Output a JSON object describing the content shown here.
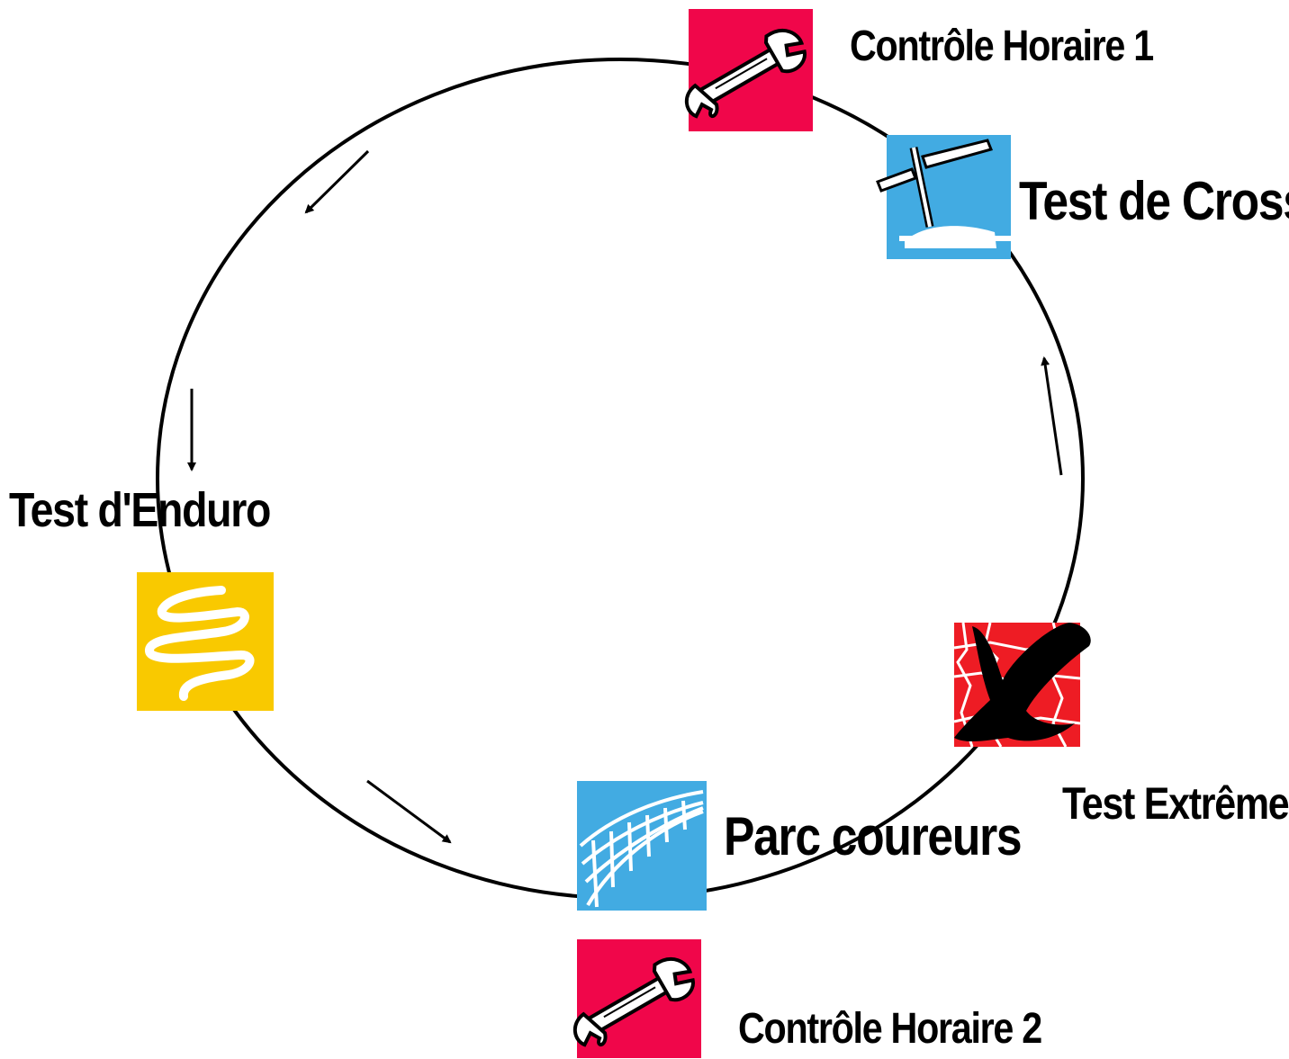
{
  "stations": {
    "controle_horaire_1": {
      "label": "Contrôle Horaire 1",
      "icon": "wrench-icon",
      "color": "#F0064A"
    },
    "test_de_cross": {
      "label": "Test de Cross",
      "icon": "signpost-icon",
      "color": "#42ABE2"
    },
    "test_extreme": {
      "label": "Test Extrême",
      "icon": "cross-mark-icon",
      "color": "#EE1C24"
    },
    "parc_coureurs": {
      "label": "Parc coureurs",
      "icon": "net-icon",
      "color": "#42ABE2"
    },
    "controle_horaire_2": {
      "label": "Contrôle Horaire 2",
      "icon": "wrench-icon",
      "color": "#F0064A"
    },
    "test_enduro": {
      "label": "Test d'Enduro",
      "icon": "winding-trail-icon",
      "color": "#F9C900"
    }
  },
  "flow_direction": "counter-clockwise"
}
